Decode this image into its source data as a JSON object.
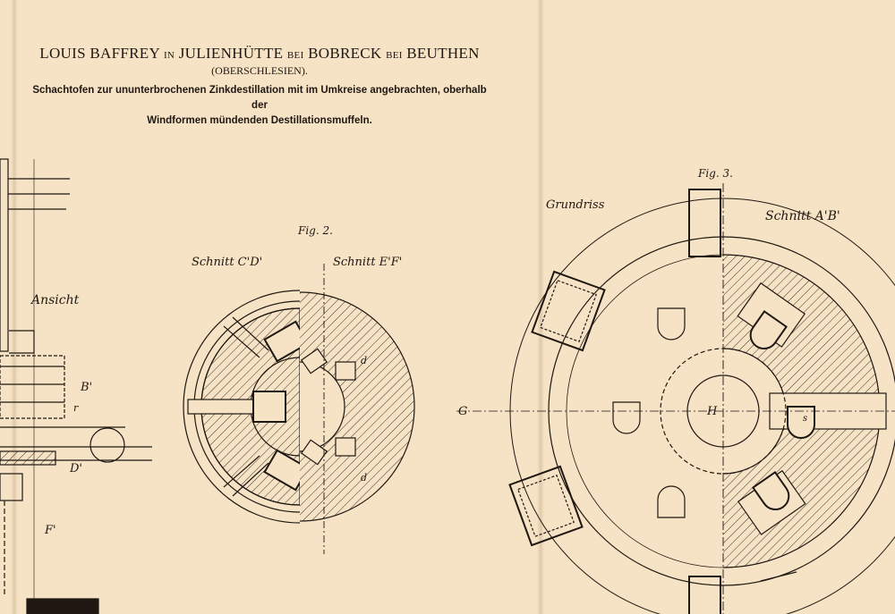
{
  "header": {
    "name": "LOUIS BAFFREY",
    "in": "IN",
    "place": "JULIENHÜTTE",
    "bei1": "BEI",
    "place2": "BOBRECK",
    "bei2": "BEI",
    "place3": "BEUTHEN",
    "region": "(OBERSCHLESIEN).",
    "title_line1": "Schachtofen zur ununterbrochenen Zinkdestillation mit im Umkreise angebrachten, oberhalb der",
    "title_line2": "Windformen mündenden Destillationsmuffeln."
  },
  "fig1": {
    "label": "Ansicht",
    "marks": {
      "b": "B'",
      "r": "r",
      "d": "D'",
      "f": "F'"
    }
  },
  "fig2": {
    "label": "Fig. 2.",
    "left_section": "Schnitt C'D'",
    "right_section": "Schnitt E'F'",
    "mark_d1": "d",
    "mark_d2": "d"
  },
  "fig3": {
    "label": "Fig. 3.",
    "plan": "Grundriss",
    "section": "Schnitt A'B'",
    "mark_g": "G",
    "mark_h": "H",
    "mark_s": "s"
  }
}
